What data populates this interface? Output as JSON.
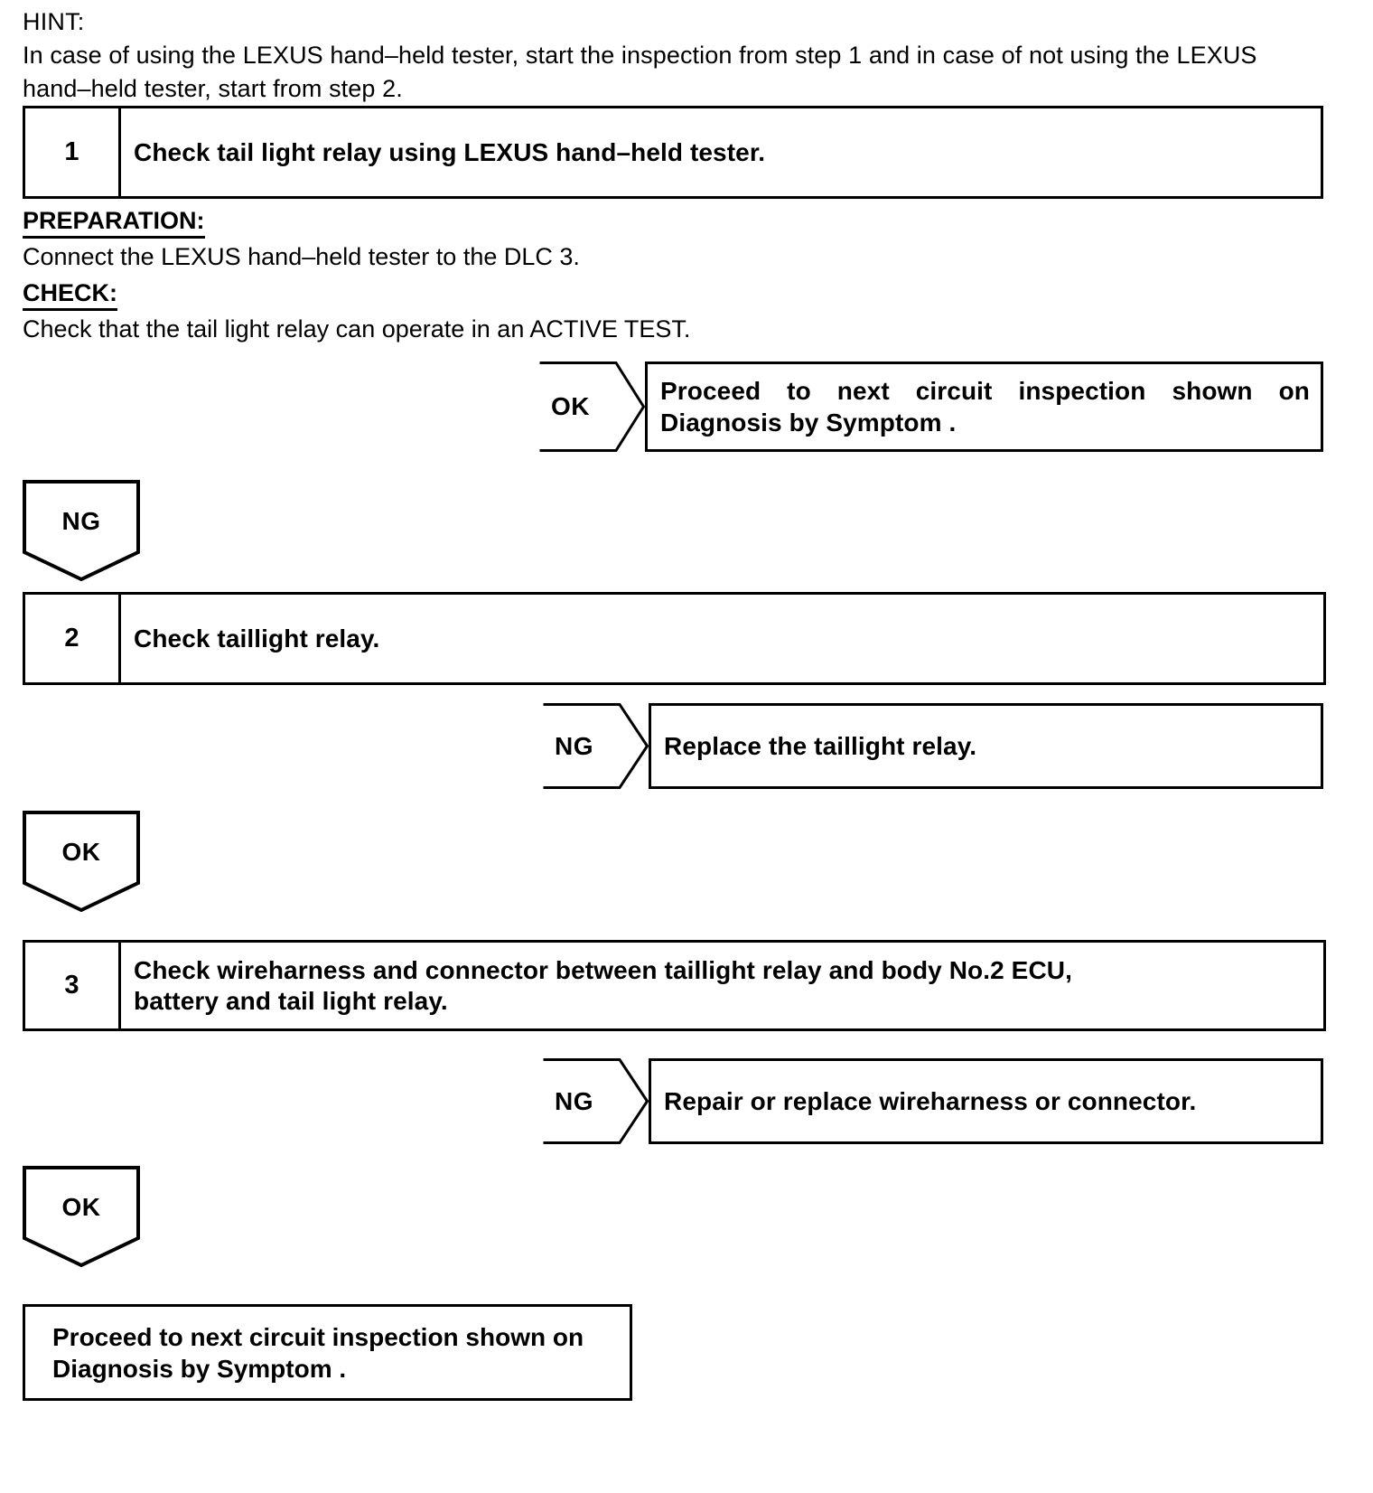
{
  "hint": {
    "label": "HINT:",
    "body": "In case of using the LEXUS hand–held tester, start the inspection from step 1 and in case of not using the LEXUS hand–held tester, start from step 2."
  },
  "steps": [
    {
      "number": "1",
      "title": "Check tail light relay using LEXUS hand–held tester."
    },
    {
      "number": "2",
      "title": "Check taillight relay."
    },
    {
      "number": "3",
      "title_line1": "Check wireharness and connector between taillight relay and body No.2 ECU,",
      "title_line2": "battery and tail light relay."
    }
  ],
  "preparation": {
    "heading": "PREPARATION:",
    "text": "Connect the LEXUS hand–held tester to the DLC 3."
  },
  "check": {
    "heading": "CHECK:",
    "text": "Check that the tail light relay can operate in an ACTIVE TEST."
  },
  "branches": [
    {
      "judgement": "OK",
      "result_line1": "Proceed to next circuit inspection shown on",
      "result_line2": "Diagnosis by Symptom ."
    },
    {
      "judgement": "NG",
      "result_line1": "Replace the taillight relay.",
      "result_line2": ""
    },
    {
      "judgement": "NG",
      "result_line1": "Repair or replace wireharness or connector.",
      "result_line2": ""
    }
  ],
  "flow_badges": [
    {
      "label": "NG"
    },
    {
      "label": "OK"
    },
    {
      "label": "OK"
    }
  ],
  "final": {
    "line1": "Proceed to next circuit inspection shown on",
    "line2": "Diagnosis by Symptom ."
  },
  "colors": {
    "ink": "#000000",
    "paper": "#ffffff"
  }
}
